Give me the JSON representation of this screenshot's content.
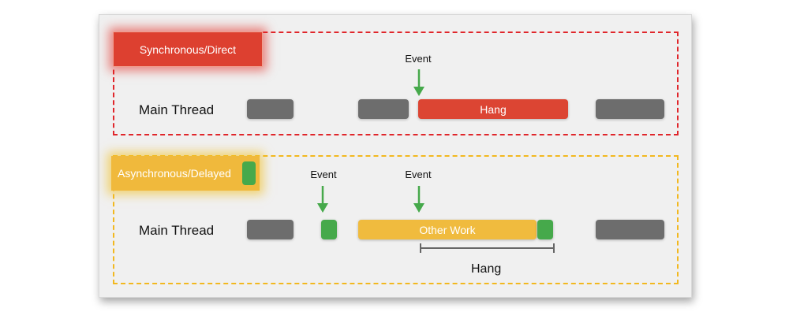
{
  "colors": {
    "sync_red": "#dd4030",
    "async_yellow": "#f0b93c",
    "event_green": "#46a94b",
    "work_gray": "#6d6d6d"
  },
  "sync": {
    "tag": "Synchronous/Direct",
    "thread_label": "Main Thread",
    "event_label": "Event",
    "hang_bar_label": "Hang"
  },
  "async": {
    "tag": "Asynchronous/Delayed",
    "thread_label": "Main Thread",
    "event_labels": [
      "Event",
      "Event"
    ],
    "other_work_label": "Other Work",
    "hang_label": "Hang"
  }
}
